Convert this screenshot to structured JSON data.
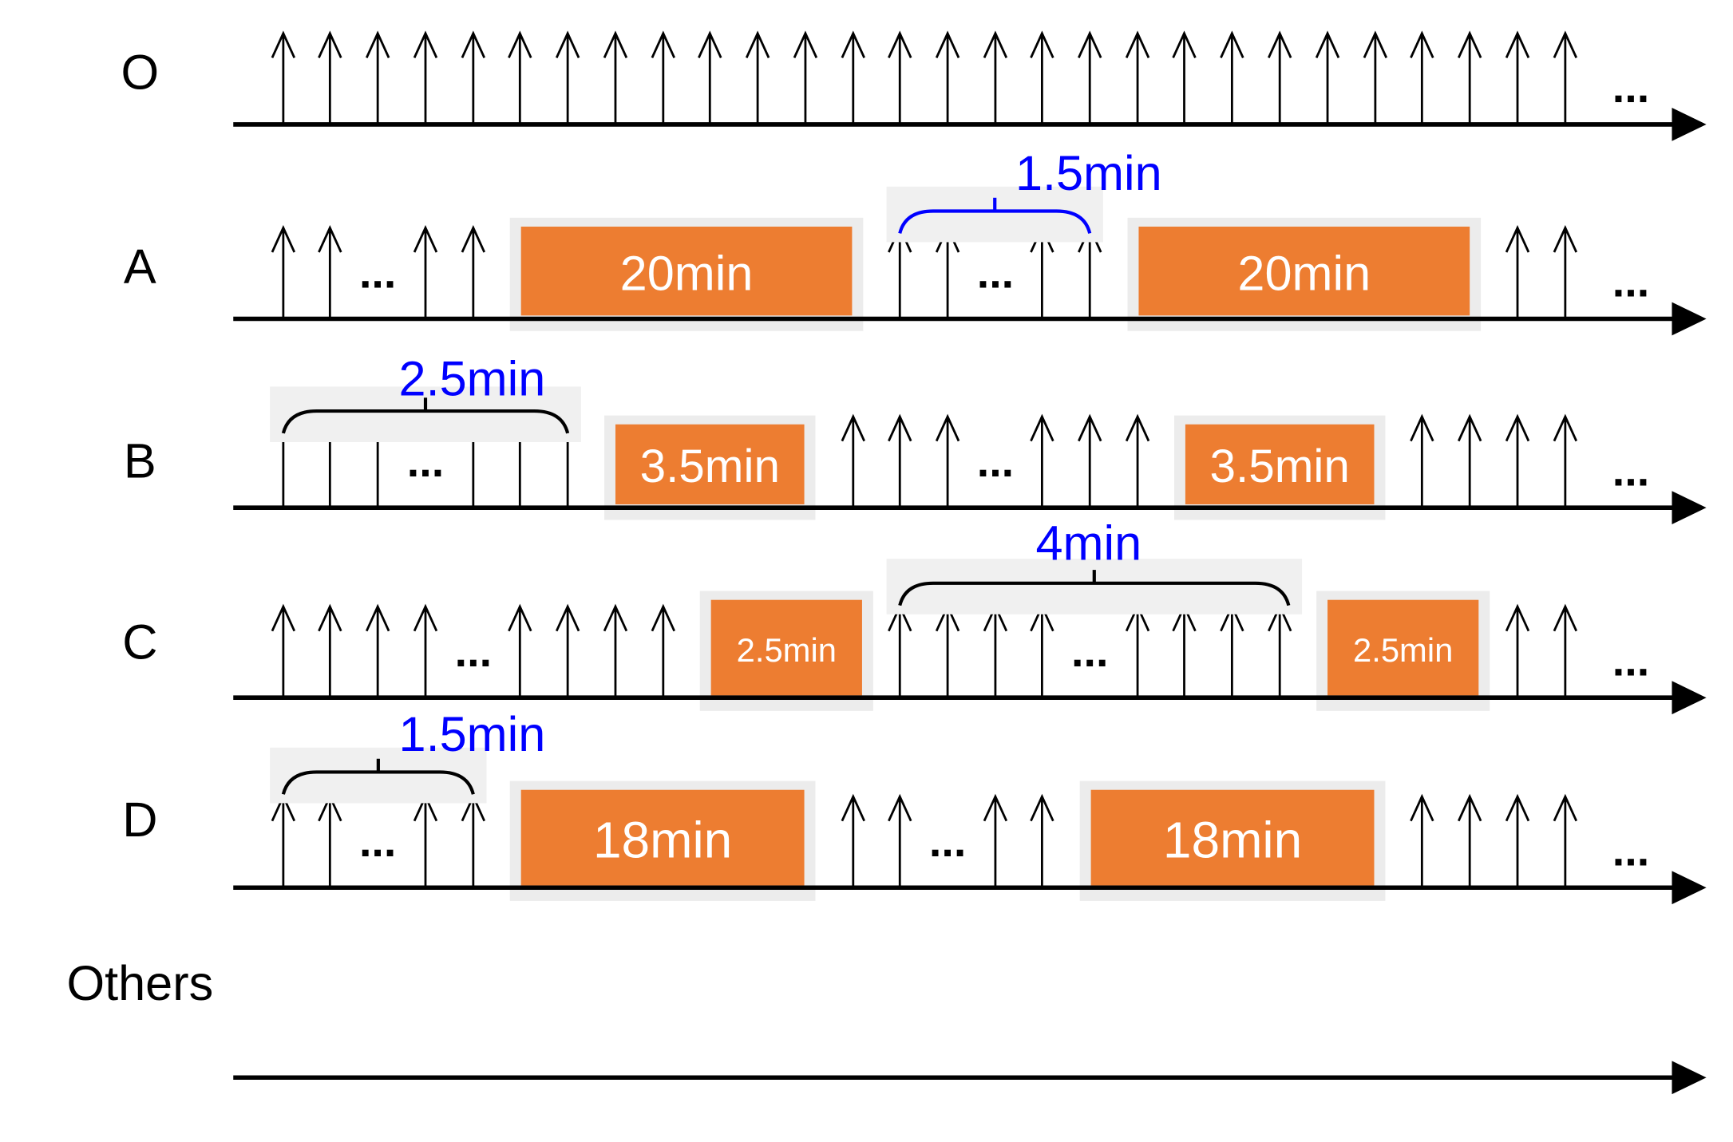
{
  "rows": [
    {
      "id": "O",
      "label": "O"
    },
    {
      "id": "A",
      "label": "A",
      "boxes": [
        "20min",
        "20min"
      ],
      "brace": "1.5min"
    },
    {
      "id": "B",
      "label": "B",
      "boxes": [
        "3.5min",
        "3.5min"
      ],
      "brace": "2.5min"
    },
    {
      "id": "C",
      "label": "C",
      "boxes": [
        "2.5min",
        "2.5min"
      ],
      "brace": "4min"
    },
    {
      "id": "D",
      "label": "D",
      "boxes": [
        "18min",
        "18min"
      ],
      "brace": "1.5min"
    },
    {
      "id": "Others",
      "label": "Others"
    }
  ],
  "ellipsis": "...",
  "colors": {
    "box": "#ED7D31",
    "brace_A": "#0000ff",
    "brace": "#000000",
    "label_blue": "#0000ff"
  }
}
